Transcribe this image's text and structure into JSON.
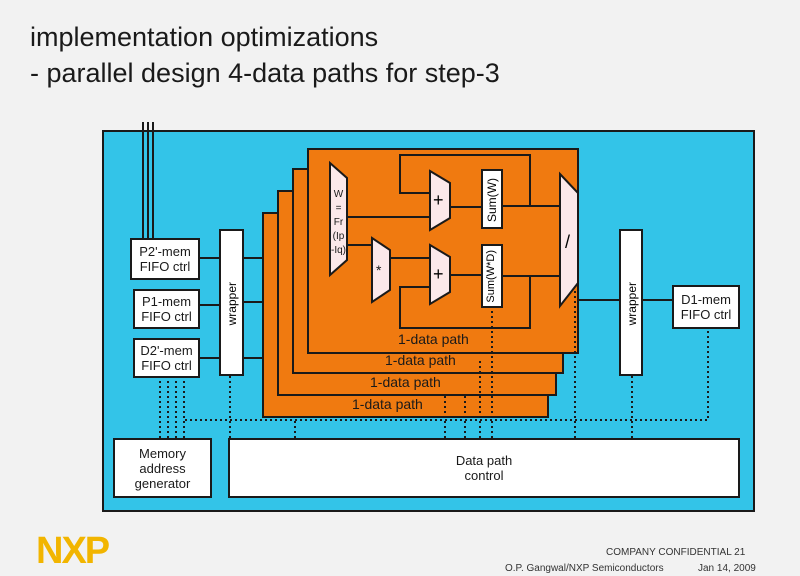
{
  "title": {
    "line1": "implementation optimizations",
    "line2": "- parallel design 4-data paths for step-3"
  },
  "diagram": {
    "left_blocks": [
      {
        "l1": "P2'-mem",
        "l2": "FIFO ctrl"
      },
      {
        "l1": "P1-mem",
        "l2": "FIFO ctrl"
      },
      {
        "l1": "D2'-mem",
        "l2": "FIFO ctrl"
      }
    ],
    "wrapper_left": "wrapper",
    "wrapper_right": "wrapper",
    "right_block": {
      "l1": "D1-mem",
      "l2": "FIFO ctrl"
    },
    "mem_gen": {
      "l1": "Memory",
      "l2": "address",
      "l3": "generator"
    },
    "control": {
      "l1": "Data path",
      "l2": "control"
    },
    "data_path_labels": [
      "1-data path",
      "1-data path",
      "1-data path",
      "1-data path"
    ],
    "weight_block": [
      "W",
      "=",
      "Fr",
      "(Ip",
      "-Iq)"
    ],
    "mult": "*",
    "adder": "+",
    "divider": "/",
    "sum_w": "Sum(W)",
    "sum_wd": "Sum(W*D)"
  },
  "footer": {
    "confidential": "COMPANY CONFIDENTIAL  21",
    "author": "O.P. Gangwal/NXP Semiconductors",
    "date": "Jan 14, 2009",
    "logo": "NXP"
  }
}
